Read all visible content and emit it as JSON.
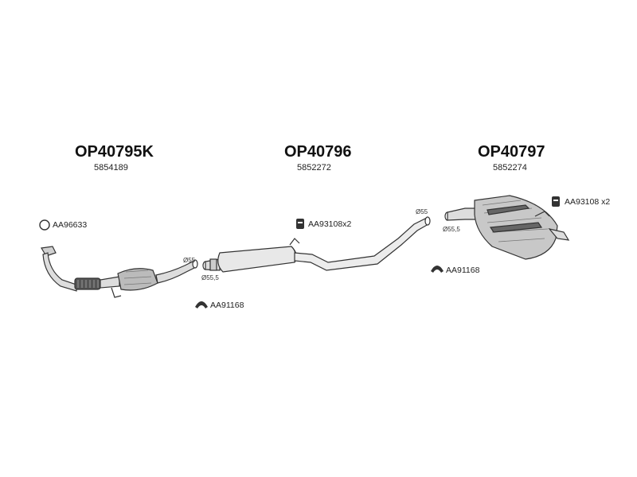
{
  "sections": [
    {
      "code": "OP40795K",
      "oe_number": "5854189"
    },
    {
      "code": "OP40796",
      "oe_number": "5852272"
    },
    {
      "code": "OP40797",
      "oe_number": "5852274"
    }
  ],
  "accessories": {
    "gasket_ring": "AA96633",
    "rubber_mount_1": "AA93108x2",
    "rubber_mount_2": "AA93108 x2",
    "clamp_1": "AA91168",
    "clamp_2": "AA91168"
  },
  "dimensions": {
    "front_out": "Ø55",
    "front_in": "Ø55,5",
    "mid_out": "Ø55",
    "rear_in": "Ø55,5"
  }
}
